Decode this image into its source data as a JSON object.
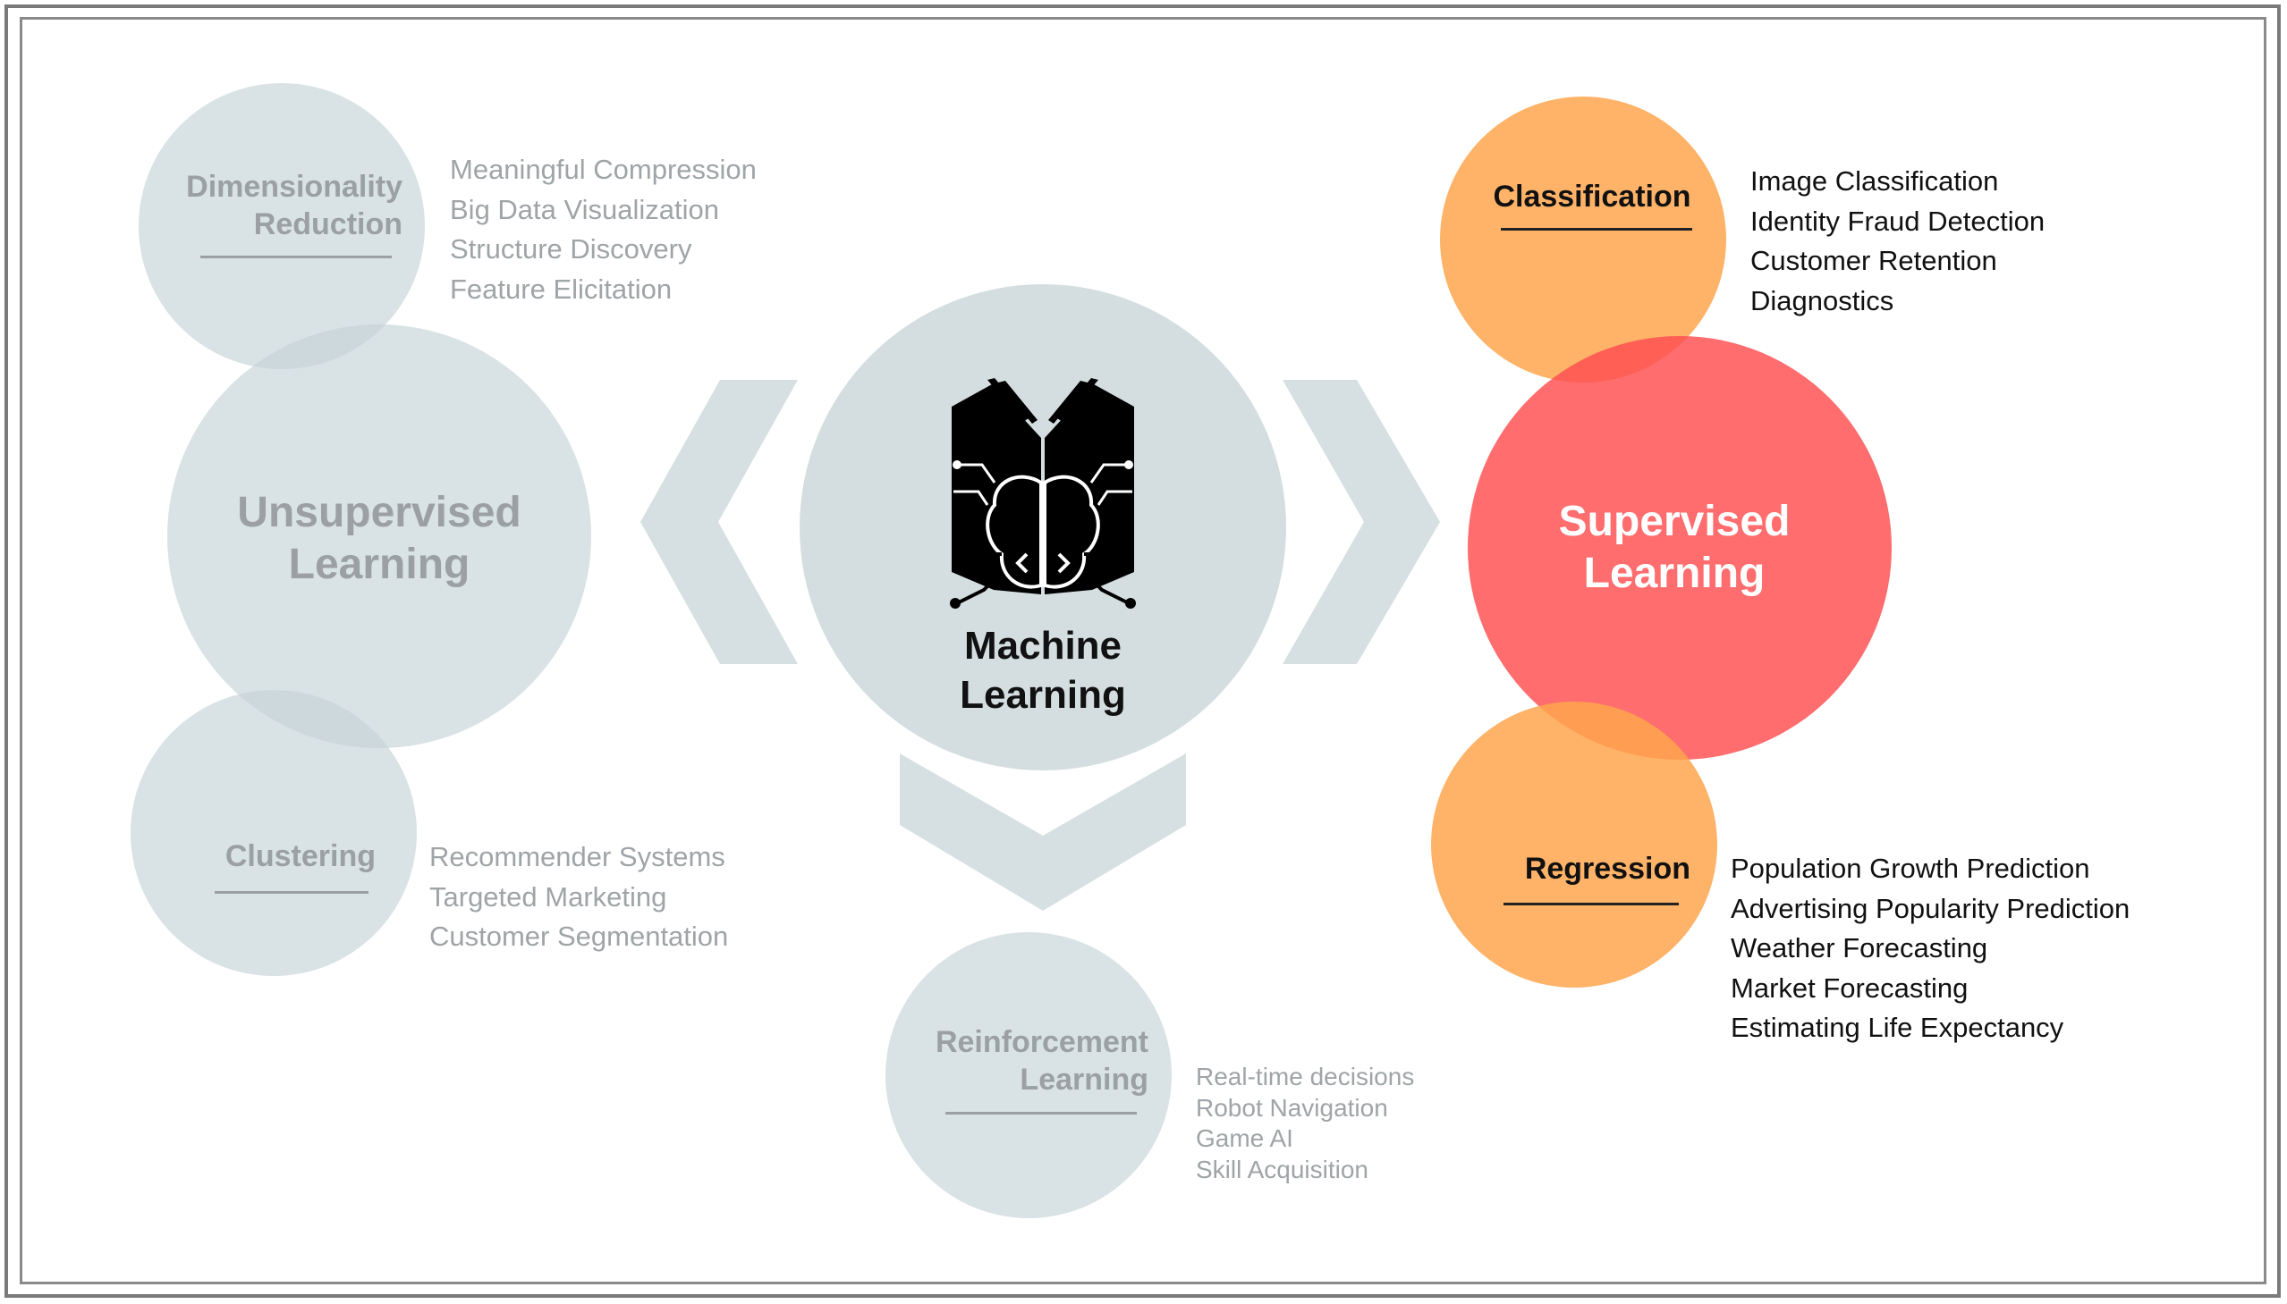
{
  "center": {
    "title_line1": "Machine",
    "title_line2": "Learning",
    "icon": "book-brain-circuit-icon"
  },
  "unsupervised": {
    "title_line1": "Unsupervised",
    "title_line2": "Learning",
    "dimensionality": {
      "title_line1": "Dimensionality",
      "title_line2": "Reduction",
      "items": [
        "Meaningful Compression",
        "Big Data Visualization",
        "Structure Discovery",
        "Feature Elicitation"
      ]
    },
    "clustering": {
      "title": "Clustering",
      "items": [
        "Recommender Systems",
        "Targeted Marketing",
        "Customer Segmentation"
      ]
    }
  },
  "supervised": {
    "title_line1": "Supervised",
    "title_line2": "Learning",
    "classification": {
      "title": "Classification",
      "items": [
        "Image Classification",
        "Identity Fraud Detection",
        "Customer Retention",
        "Diagnostics"
      ]
    },
    "regression": {
      "title": "Regression",
      "items": [
        "Population Growth Prediction",
        "Advertising Popularity Prediction",
        "Weather Forecasting",
        "Market Forecasting",
        "Estimating Life Expectancy"
      ]
    }
  },
  "reinforcement": {
    "title_line1": "Reinforcement",
    "title_line2": "Learning",
    "items": [
      "Real-time decisions",
      "Robot Navigation",
      "Game AI",
      "Skill Acquisition"
    ]
  },
  "colors": {
    "gray_circle": "#c5d3d7",
    "supervised_red": "#ff4d4f",
    "orange": "#ffa64d",
    "text_gray": "#9aa0a3"
  }
}
